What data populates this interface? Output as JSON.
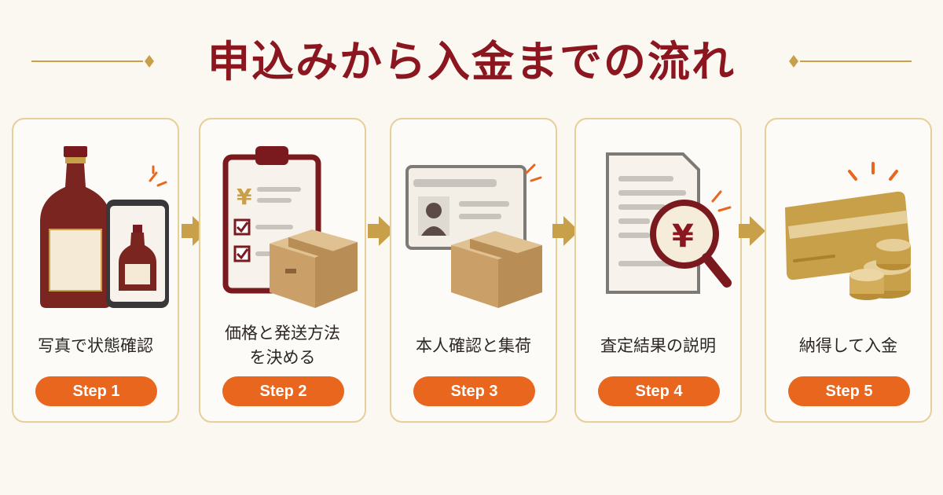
{
  "title": "申込みから入金までの流れ",
  "colors": {
    "title": "#8b1620",
    "accent": "#e9661f",
    "border": "#e6cf98",
    "gold": "#c9a04a"
  },
  "steps": [
    {
      "label_lines": [
        "写真で状態確認"
      ],
      "step": "Step 1",
      "icons": [
        "liquor-bottle-icon",
        "smartphone-photo-icon"
      ]
    },
    {
      "label_lines": [
        "価格と発送方法",
        "を決める"
      ],
      "step": "Step 2",
      "icons": [
        "clipboard-checklist-icon",
        "cardboard-box-icon"
      ]
    },
    {
      "label_lines": [
        "本人確認と集荷"
      ],
      "step": "Step 3",
      "icons": [
        "id-card-icon",
        "cardboard-box-icon"
      ]
    },
    {
      "label_lines": [
        "査定結果の説明"
      ],
      "step": "Step 4",
      "icons": [
        "document-icon",
        "yen-magnifier-icon"
      ]
    },
    {
      "label_lines": [
        "納得して入金"
      ],
      "step": "Step 5",
      "icons": [
        "bank-card-icon",
        "coin-stack-icon"
      ]
    }
  ]
}
